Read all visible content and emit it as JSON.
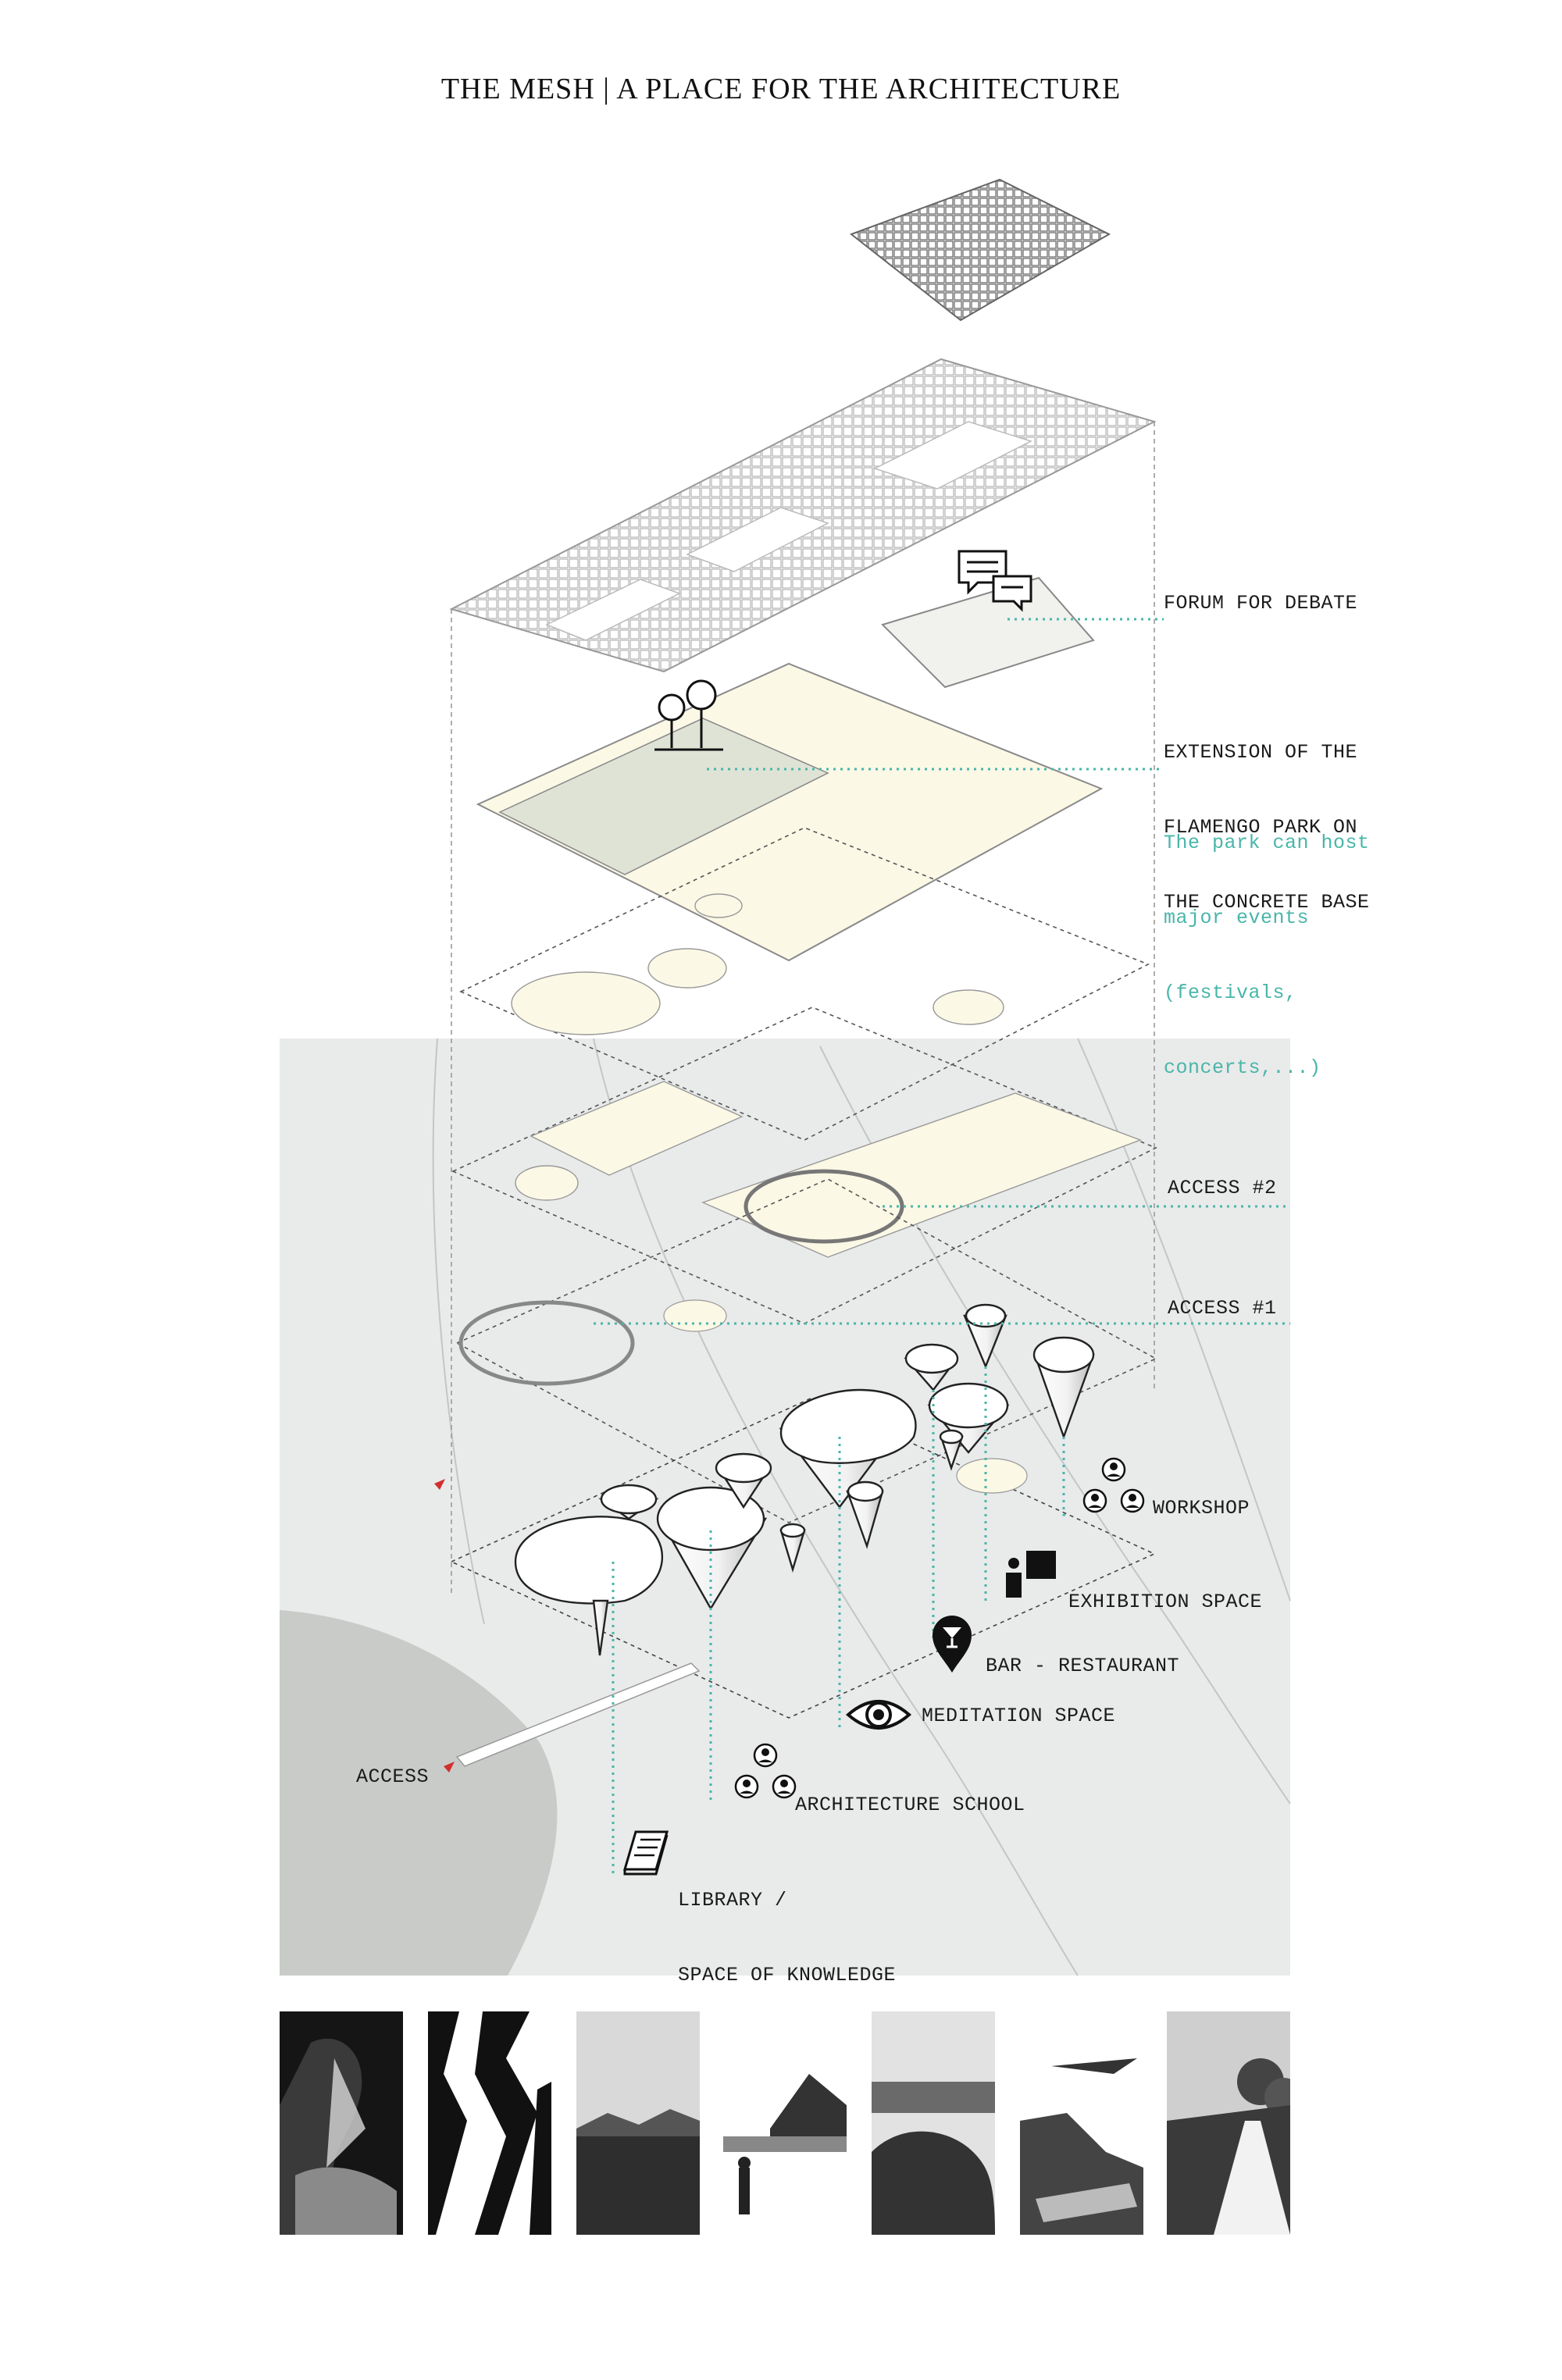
{
  "title": "THE MESH | A PLACE FOR THE ARCHITECTURE",
  "labels": {
    "forum": "FORUM FOR DEBATE",
    "extension": [
      "EXTENSION OF THE",
      "FLAMENGO PARK ON",
      "THE CONCRETE BASE"
    ],
    "park_note": [
      "The park can host",
      "major events",
      "(festivals,",
      "concerts,...)"
    ],
    "access2": "ACCESS #2",
    "access1": "ACCESS #1",
    "workshop": "WORKSHOP",
    "exhibition": "EXHIBITION SPACE",
    "bar": "BAR - RESTAURANT",
    "meditation": "MEDITATION SPACE",
    "school": "ARCHITECTURE SCHOOL",
    "library": [
      "LIBRARY /",
      "SPACE OF KNOWLEDGE"
    ],
    "access": "ACCESS"
  },
  "icons": {
    "forum": "speech-bubbles-icon",
    "park": "trees-icon",
    "workshop": "people-group-icon",
    "exhibition": "person-with-panel-icon",
    "bar": "cocktail-pin-icon",
    "meditation": "eye-icon",
    "school": "people-group-icon",
    "library": "book-icon"
  },
  "colors": {
    "accent": "#48b6a9",
    "marker": "#d32f2f",
    "site": "#e9eaea",
    "landmass": "#c9cbc9",
    "floor": "#fbf8e6"
  }
}
